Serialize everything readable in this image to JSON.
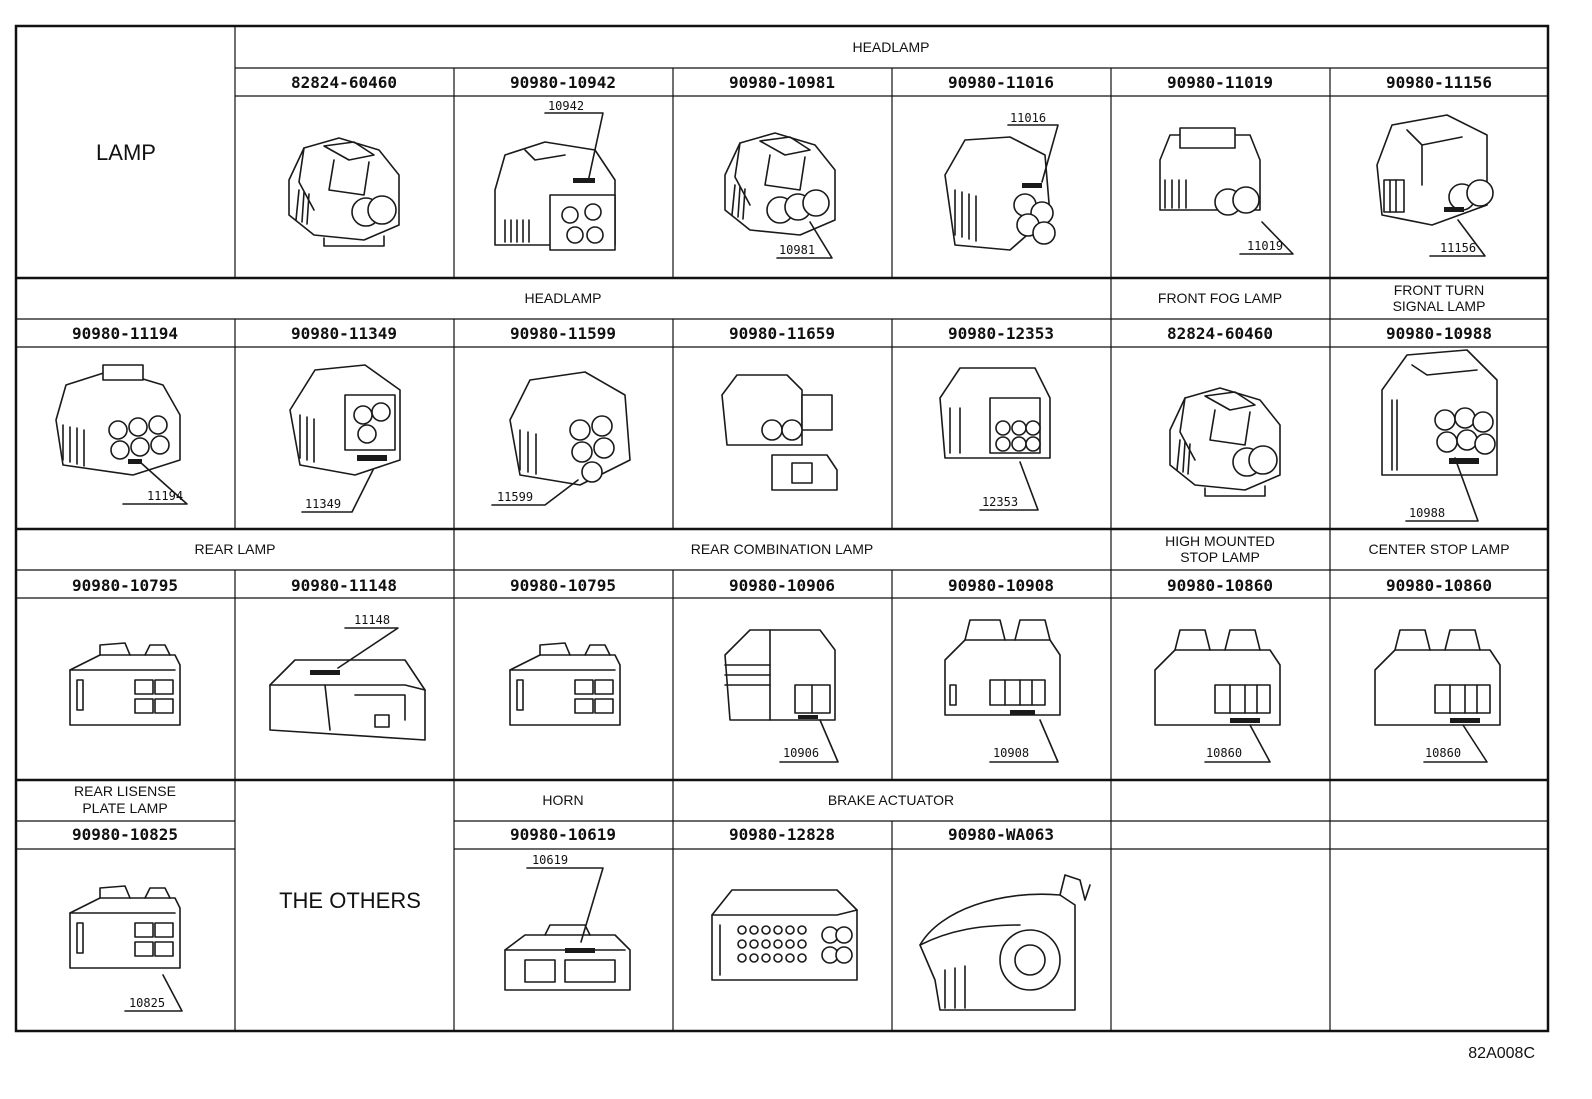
{
  "category_lamp": "LAMP",
  "category_others": "THE OTHERS",
  "drawing_code": "82A008C",
  "row1": {
    "header": "HEADLAMP",
    "parts": [
      {
        "part_number": "82824-60460",
        "callout": ""
      },
      {
        "part_number": "90980-10942",
        "callout": "10942"
      },
      {
        "part_number": "90980-10981",
        "callout": "10981"
      },
      {
        "part_number": "90980-11016",
        "callout": "11016"
      },
      {
        "part_number": "90980-11019",
        "callout": "11019"
      },
      {
        "part_number": "90980-11156",
        "callout": "11156"
      }
    ]
  },
  "row2": {
    "headers": {
      "headlamp": "HEADLAMP",
      "front_fog_lamp": "FRONT FOG LAMP",
      "front_turn_line1": "FRONT TURN",
      "front_turn_line2": "SIGNAL LAMP"
    },
    "parts": [
      {
        "part_number": "90980-11194",
        "callout": "11194"
      },
      {
        "part_number": "90980-11349",
        "callout": "11349"
      },
      {
        "part_number": "90980-11599",
        "callout": "11599"
      },
      {
        "part_number": "90980-11659",
        "callout": ""
      },
      {
        "part_number": "90980-12353",
        "callout": "12353"
      },
      {
        "part_number": "82824-60460",
        "callout": ""
      },
      {
        "part_number": "90980-10988",
        "callout": "10988"
      }
    ]
  },
  "row3": {
    "headers": {
      "rear_lamp": "REAR LAMP",
      "rear_combination_lamp": "REAR COMBINATION LAMP",
      "high_mounted_line1": "HIGH MOUNTED",
      "high_mounted_line2": "STOP LAMP",
      "center_stop_lamp": "CENTER STOP LAMP"
    },
    "parts": [
      {
        "part_number": "90980-10795",
        "callout": ""
      },
      {
        "part_number": "90980-11148",
        "callout": "11148"
      },
      {
        "part_number": "90980-10795",
        "callout": ""
      },
      {
        "part_number": "90980-10906",
        "callout": "10906"
      },
      {
        "part_number": "90980-10908",
        "callout": "10908"
      },
      {
        "part_number": "90980-10860",
        "callout": "10860"
      },
      {
        "part_number": "90980-10860",
        "callout": "10860"
      }
    ]
  },
  "row4": {
    "headers": {
      "rear_license_line1": "REAR LISENSE",
      "rear_license_line2": "PLATE LAMP",
      "horn": "HORN",
      "brake_actuator": "BRAKE ACTUATOR"
    },
    "parts": [
      {
        "part_number": "90980-10825",
        "callout": "10825"
      },
      {
        "part_number": "90980-10619",
        "callout": "10619"
      },
      {
        "part_number": "90980-12828",
        "callout": ""
      },
      {
        "part_number": "90980-WA063",
        "callout": ""
      }
    ]
  }
}
